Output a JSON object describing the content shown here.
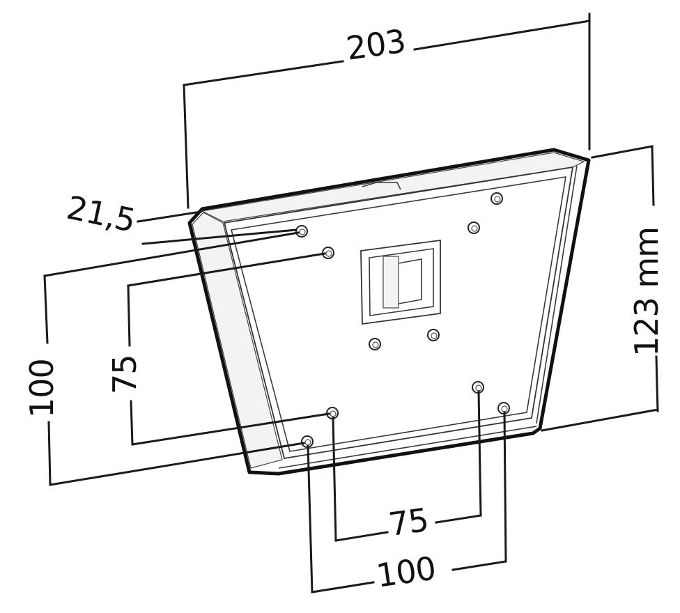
{
  "dimensions": {
    "width_top": "203",
    "depth": "21,5",
    "height": "123 mm",
    "outer_vertical": "100",
    "inner_vertical": "75",
    "inner_horizontal": "75",
    "outer_horizontal": "100"
  },
  "colors": {
    "line": "#1a1a1a",
    "background": "#ffffff"
  }
}
